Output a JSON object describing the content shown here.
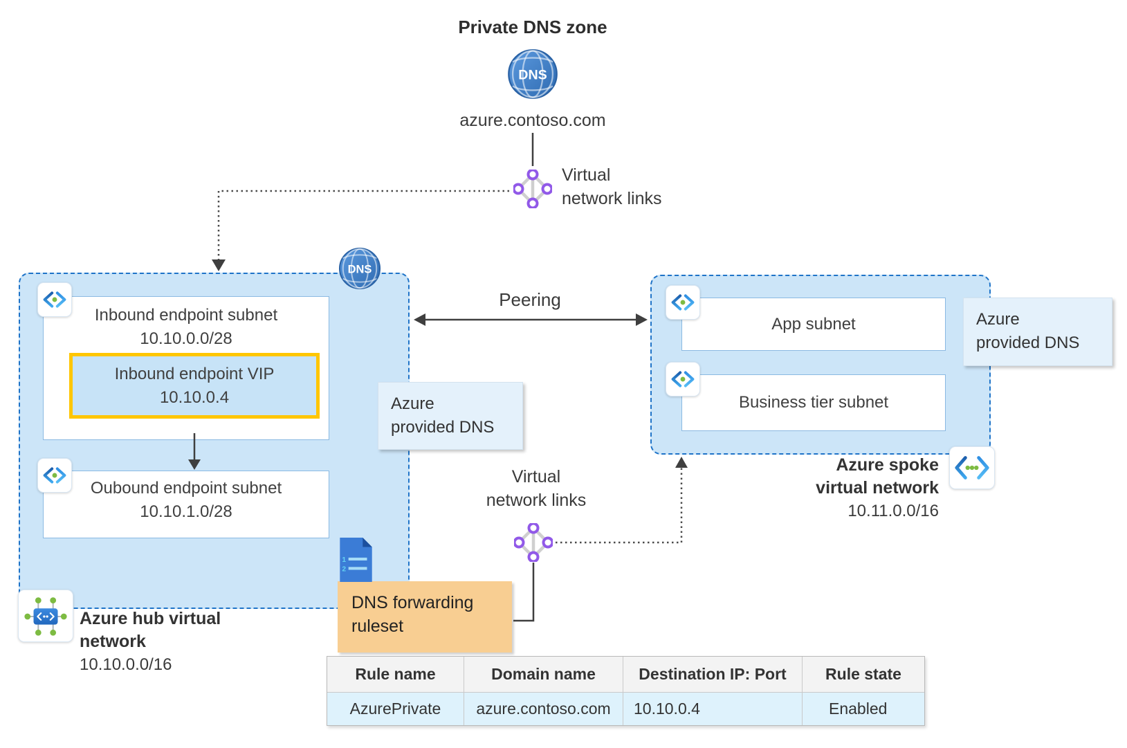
{
  "private_dns_zone": {
    "title": "Private DNS zone",
    "dns_badge": "DNS",
    "domain": "azure.contoso.com"
  },
  "labels": {
    "vnet_links_line1": "Virtual",
    "vnet_links_line2": "network links",
    "peering": "Peering",
    "azure_provided_dns_line1": "Azure",
    "azure_provided_dns_line2": "provided DNS"
  },
  "hub_vnet": {
    "dns_badge": "DNS",
    "inbound_subnet_name": "Inbound endpoint subnet",
    "inbound_subnet_cidr": "10.10.0.0/28",
    "inbound_vip_name": "Inbound endpoint VIP",
    "inbound_vip_ip": "10.10.0.4",
    "outbound_subnet_name": "Oubound endpoint subnet",
    "outbound_subnet_cidr": "10.10.1.0/28",
    "name_line1": "Azure hub virtual",
    "name_line2": "network",
    "cidr": "10.10.0.0/16"
  },
  "spoke_vnet": {
    "app_subnet_name": "App subnet",
    "business_subnet_name": "Business tier subnet",
    "name_line1": "Azure spoke",
    "name_line2": "virtual network",
    "cidr": "10.11.0.0/16"
  },
  "dns_forwarding_ruleset": {
    "label_line1": "DNS forwarding",
    "label_line2": "ruleset",
    "doc_icon_line_numbers": [
      "1",
      "2"
    ]
  },
  "rule_table": {
    "headers": [
      "Rule name",
      "Domain name",
      "Destination IP: Port",
      "Rule state"
    ],
    "rows": [
      [
        "AzurePrivate",
        "azure.contoso.com",
        "10.10.0.4",
        "Enabled"
      ]
    ]
  },
  "colors": {
    "network_fill": "#CCE5F8",
    "network_border": "#1E73C8",
    "vip_border": "#FFC600",
    "ruleset_fill": "#F8CE92",
    "provided_dns_fill": "#E4F1FB",
    "table_header_bg": "#F3F3F3",
    "table_row_bg": "#DEF2FC",
    "link_purple": "#9159E8",
    "dot_green": "#7DBB42"
  }
}
